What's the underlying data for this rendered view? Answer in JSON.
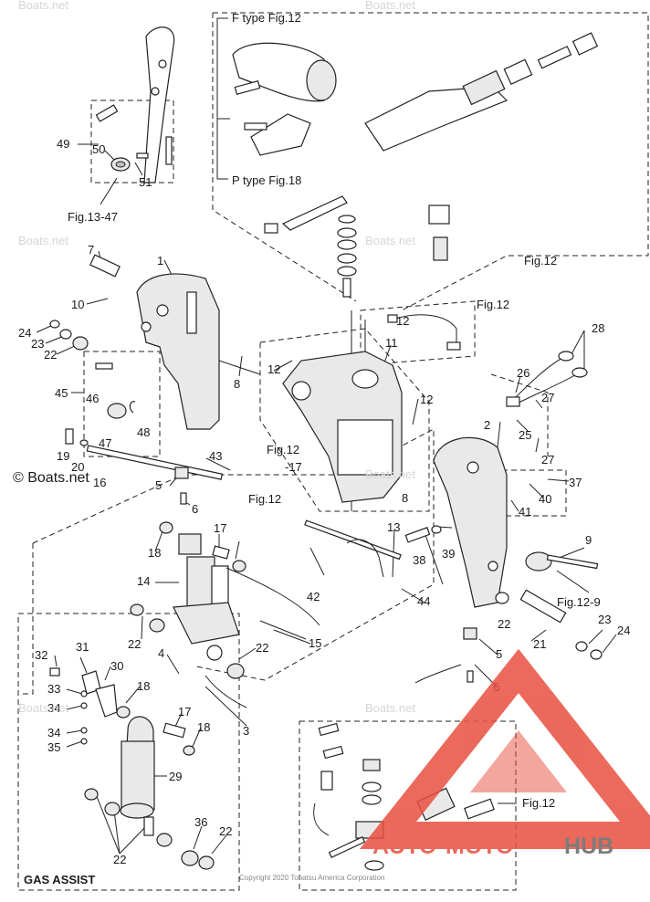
{
  "labels": {
    "f_type": "F type Fig.12",
    "p_type": "P type Fig.18",
    "fig12_a": "Fig.12",
    "fig12_b": "Fig.12",
    "fig12_c": "Fig.12",
    "fig12_d": "Fig.12",
    "fig12_e": "Fig.12",
    "fig12_f": "Fig.12",
    "fig12_9": "Fig.12-9",
    "fig13_47": "Fig.13-47",
    "minus17": "-17",
    "gas_assist": "GAS ASSIST"
  },
  "watermarks": {
    "boats_net": "Boats.net",
    "boats_net_main": "© Boats.net",
    "copyright": "Copyright 2020 Tohatsu America Corporation"
  },
  "brand": {
    "auto": "AUTO",
    "moto": "MOTO",
    "hub": "HUB",
    "color_red": "#e8503f",
    "color_gray": "#666666"
  },
  "callouts": [
    "49",
    "50",
    "51",
    "7",
    "1",
    "10",
    "24",
    "23",
    "22",
    "45",
    "46",
    "47",
    "48",
    "19",
    "20",
    "16",
    "5",
    "6",
    "18",
    "17",
    "14",
    "22",
    "4",
    "3",
    "32",
    "31",
    "30",
    "33",
    "34",
    "18",
    "34",
    "35",
    "17",
    "18",
    "29",
    "22",
    "36",
    "22",
    "8",
    "12",
    "43",
    "12",
    "8",
    "11",
    "12",
    "2",
    "26",
    "27",
    "25",
    "27",
    "28",
    "37",
    "40",
    "41",
    "13",
    "38",
    "39",
    "42",
    "44",
    "9",
    "22",
    "21",
    "23",
    "24",
    "5",
    "6",
    "15",
    "22"
  ]
}
